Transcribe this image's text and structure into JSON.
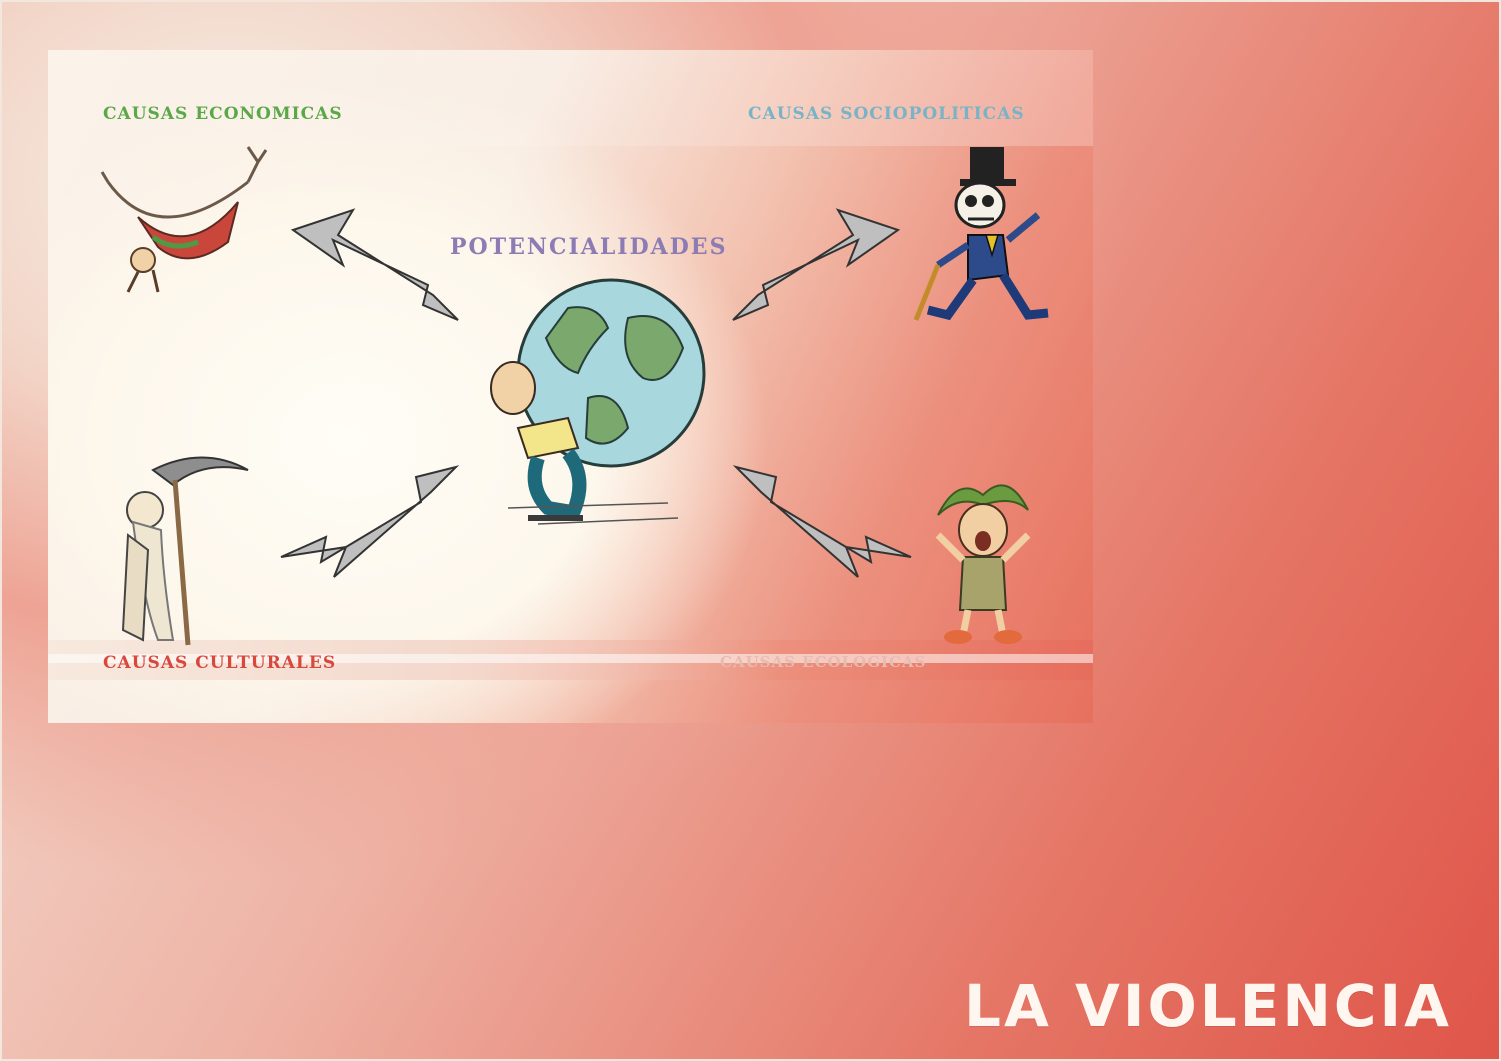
{
  "panel": {
    "label_economicas": "CAUSAS ECONOMICAS",
    "label_sociopoliticas": "CAUSAS SOCIOPOLITICAS",
    "label_potencialidades": "POTENCIALIDADES",
    "label_culturales": "CAUSAS CULTURALES",
    "label_ecologicas": "CAUSAS ECOLOGICAS"
  },
  "title": "LA VIOLENCIA",
  "icons": [
    "hammock-figure-icon",
    "skeleton-top-hat-icon",
    "old-man-scythe-icon",
    "frightened-person-icon",
    "man-carrying-globe-icon",
    "arrow-icon"
  ],
  "colors": {
    "background": "#e8705f",
    "economicas": "#5aa848",
    "sociopoliticas": "#78b3c7",
    "potencialidades": "#8c7cb3",
    "culturales": "#d9473d",
    "title": "#fff7ef"
  }
}
